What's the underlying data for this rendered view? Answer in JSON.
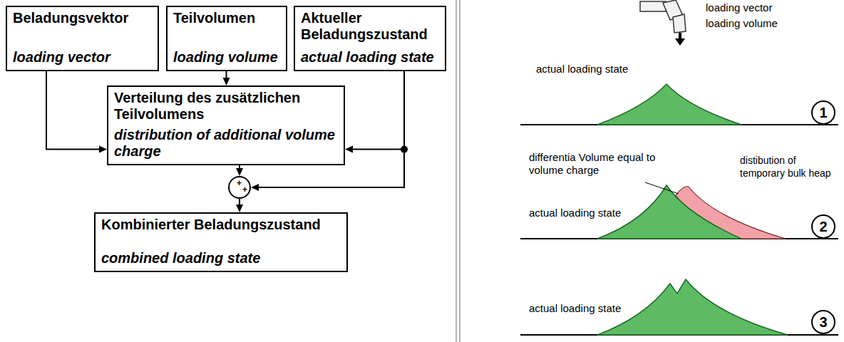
{
  "diagram": {
    "nodes": [
      {
        "text": [
          "Beladungsvektor",
          "loading vector"
        ]
      },
      {
        "text": [
          "Teilvolumen",
          "loading volume"
        ]
      },
      {
        "text": [
          "Aktueller Beladungszustand",
          "actual loading state"
        ]
      },
      {
        "text": [
          "Verteilung des zusätzlichen Teilvolumens",
          "distribution of additional volume charge"
        ]
      },
      {
        "text": [
          "+",
          "+"
        ]
      },
      {
        "text": [
          "Kombinierter Beladungszustand",
          "combined loading state"
        ]
      }
    ],
    "edges": [
      {
        "from": 0,
        "to": 3,
        "arrow": "to"
      },
      {
        "from": 1,
        "to": 3,
        "arrow": "to"
      },
      {
        "from": 2,
        "to": 3,
        "arrow": "to"
      },
      {
        "from": 2,
        "to": 4,
        "arrow": "to"
      },
      {
        "from": 3,
        "to": 4,
        "arrow": "to"
      },
      {
        "from": 4,
        "to": 5,
        "arrow": "to"
      }
    ],
    "labels": [
      "loading vector",
      "loading volume",
      "actual loading state",
      "1",
      "differentia Volume equal to volume charge",
      "distibution of temporary bulk heap",
      "actual loading state",
      "2",
      "actual loading state",
      "3"
    ]
  }
}
